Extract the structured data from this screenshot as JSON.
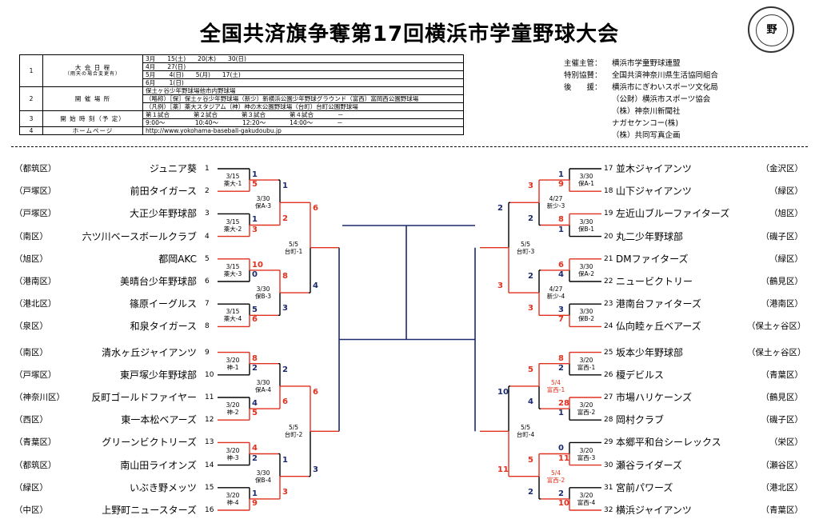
{
  "title": "全国共済旗争奪第17回横浜市学童野球大会",
  "emblem_text": "野",
  "info": {
    "rows": [
      {
        "no": "1",
        "label": "大 会 日 程",
        "sub": "（雨天の場合変更有）",
        "lines": [
          "3月　　15(土)　　20(木)　　30(日)",
          "4月　　27(日)",
          "5月　　 4(日)　　5(月)　　17(土)",
          "6月　　 1(日)"
        ]
      },
      {
        "no": "2",
        "label": "開 催 場 所",
        "lines": [
          "保土ヶ谷少年野球場他市内野球場",
          "（略称）［保］保土ヶ谷少年野球場（新少）新横浜公園少年野球グラウンド（富西）富岡西公園野球場",
          "（凡例）［薬］薬大スタジアム（神）神の木公園野球場（台町）台町公園野球場"
        ]
      },
      {
        "no": "3",
        "label": "開 始 時 刻（予 定）",
        "lines": [
          "第１試合　　　　第２試合　　　　第３試合　　　　第４試合　　　　－",
          "9:00～　　　　　10:40～　　　　12:20～　　　　14:00～　　　　－"
        ]
      },
      {
        "no": "4",
        "label": "ホームページ",
        "lines": [
          "http://www.yokohama-baseball-gakudoubu.jp"
        ]
      }
    ]
  },
  "sponsors": [
    {
      "label": "主催主管：",
      "value": "横浜市学童野球連盟"
    },
    {
      "label": "特別協賛：",
      "value": "全国共済神奈川県生活協同組合"
    },
    {
      "label": "後　　援：",
      "value": "横浜市にぎわいスポーツ文化局"
    },
    {
      "label": "",
      "value": "（公財）横浜市スポーツ協会"
    },
    {
      "label": "",
      "value": "（株）神奈川新聞社"
    },
    {
      "label": "",
      "value": "ナガセケンコー(株)"
    },
    {
      "label": "",
      "value": "（株）共同写真企画"
    }
  ],
  "left_teams": [
    {
      "seed": "1",
      "name": "ジュニア葵",
      "ward": "（都筑区）"
    },
    {
      "seed": "2",
      "name": "前田タイガース",
      "ward": "（戸塚区）"
    },
    {
      "seed": "3",
      "name": "大正少年野球部",
      "ward": "（戸塚区）"
    },
    {
      "seed": "4",
      "name": "六ツ川ベースボールクラブ",
      "ward": "（南区）"
    },
    {
      "seed": "5",
      "name": "都岡AKC",
      "ward": "（旭区）"
    },
    {
      "seed": "6",
      "name": "美晴台少年野球部",
      "ward": "（港南区）"
    },
    {
      "seed": "7",
      "name": "篠原イーグルス",
      "ward": "（港北区）"
    },
    {
      "seed": "8",
      "name": "和泉タイガース",
      "ward": "（泉区）"
    },
    {
      "seed": "9",
      "name": "清水ヶ丘ジャイアンツ",
      "ward": "（南区）"
    },
    {
      "seed": "10",
      "name": "東戸塚少年野球部",
      "ward": "（戸塚区）"
    },
    {
      "seed": "11",
      "name": "反町ゴールドファイヤー",
      "ward": "（神奈川区）"
    },
    {
      "seed": "12",
      "name": "東一本松ベアーズ",
      "ward": "（西区）"
    },
    {
      "seed": "13",
      "name": "グリーンビクトリーズ",
      "ward": "（青葉区）"
    },
    {
      "seed": "14",
      "name": "南山田ライオンズ",
      "ward": "（都筑区）"
    },
    {
      "seed": "15",
      "name": "いぶき野メッツ",
      "ward": "（緑区）"
    },
    {
      "seed": "16",
      "name": "上野町ニュースターズ",
      "ward": "（中区）"
    }
  ],
  "right_teams": [
    {
      "seed": "17",
      "name": "並木ジャイアンツ",
      "ward": "（金沢区）"
    },
    {
      "seed": "18",
      "name": "山下ジャイアンツ",
      "ward": "（緑区）"
    },
    {
      "seed": "19",
      "name": "左近山ブルーファイターズ",
      "ward": "（旭区）"
    },
    {
      "seed": "20",
      "name": "丸二少年野球部",
      "ward": "（磯子区）"
    },
    {
      "seed": "21",
      "name": "DMファイターズ",
      "ward": "（緑区）"
    },
    {
      "seed": "22",
      "name": "ニュービクトリー",
      "ward": "（鶴見区）"
    },
    {
      "seed": "23",
      "name": "港南台ファイターズ",
      "ward": "（港南区）"
    },
    {
      "seed": "24",
      "name": "仏向睦ヶ丘ベアーズ",
      "ward": "（保土ヶ谷区）"
    },
    {
      "seed": "25",
      "name": "坂本少年野球部",
      "ward": "（保土ヶ谷区）"
    },
    {
      "seed": "26",
      "name": "榎デビルス",
      "ward": "（青葉区）"
    },
    {
      "seed": "27",
      "name": "市場ハリケーンズ",
      "ward": "（鶴見区）"
    },
    {
      "seed": "28",
      "name": "岡村クラブ",
      "ward": "（磯子区）"
    },
    {
      "seed": "29",
      "name": "本郷平和台シーレックス",
      "ward": "（栄区）"
    },
    {
      "seed": "30",
      "name": "瀬谷ライダーズ",
      "ward": "（瀬谷区）"
    },
    {
      "seed": "31",
      "name": "宮前パワーズ",
      "ward": "（港北区）"
    },
    {
      "seed": "32",
      "name": "横浜ジャイアンツ",
      "ward": "（青葉区）"
    }
  ],
  "match_labels": {
    "L1": [
      "3/15",
      "薬大-1"
    ],
    "L2": [
      "3/15",
      "薬大-2"
    ],
    "L3": [
      "3/15",
      "薬大-3"
    ],
    "L4": [
      "3/15",
      "薬大-4"
    ],
    "L5": [
      "3/20",
      "神-1"
    ],
    "L6": [
      "3/20",
      "神-2"
    ],
    "L7": [
      "3/20",
      "神-3"
    ],
    "L8": [
      "3/20",
      "神-4"
    ],
    "LQ1": [
      "3/30",
      "保A-3"
    ],
    "LQ2": [
      "3/30",
      "保B-3"
    ],
    "LQ3": [
      "3/30",
      "保A-4"
    ],
    "LQ4": [
      "3/30",
      "保B-4"
    ],
    "LS1": [
      "5/5",
      "台町-1"
    ],
    "LS2": [
      "5/5",
      "台町-2"
    ],
    "R1": [
      "3/30",
      "保A-1"
    ],
    "R2": [
      "3/30",
      "保B-1"
    ],
    "R3": [
      "3/30",
      "保A-2"
    ],
    "R4": [
      "3/30",
      "保B-2"
    ],
    "R5": [
      "3/20",
      "富西-1"
    ],
    "R6": [
      "3/20",
      "富西-2"
    ],
    "R7": [
      "3/20",
      "富西-3"
    ],
    "R8": [
      "3/20",
      "富西-4"
    ],
    "RQ1": [
      "4/27",
      "新少-3"
    ],
    "RQ2": [
      "4/27",
      "新少-4"
    ],
    "RQ3": [
      "5/4",
      "富西-1"
    ],
    "RQ4": [
      "5/4",
      "富西-2"
    ],
    "RS1": [
      "5/5",
      "台町-3"
    ],
    "RS2": [
      "5/5",
      "台町-4"
    ]
  },
  "scores": {
    "s1": "1",
    "s2": "5",
    "s3": "1",
    "s4": "3",
    "s5": "10",
    "s6": "0",
    "s7": "5",
    "s8": "6",
    "s9": "8",
    "s10": "2",
    "s11": "4",
    "s12": "5",
    "s13": "4",
    "s14": "2",
    "s15": "1",
    "s16": "9",
    "q1": "1",
    "q2": "2",
    "q3": "8",
    "q4": "3",
    "q5": "2",
    "q6": "6",
    "q7": "1",
    "q8": "3",
    "sf1": "6",
    "sf2": "4",
    "sf3": "6",
    "sf4": "3",
    "r17": "1",
    "r18": "9",
    "r19": "8",
    "r20": "1",
    "r21": "6",
    "r22": "4",
    "r23": "3",
    "r24": "7",
    "r25": "8",
    "r26": "2",
    "r27": "28",
    "r28": "1",
    "r29": "0",
    "r30": "11",
    "r31": "2",
    "r32": "10",
    "rq1": "3",
    "rq2": "2",
    "rq3": "2",
    "rq4": "3",
    "rq5": "5",
    "rq6": "4",
    "rq7": "5",
    "rq8": "2",
    "rsf1": "2",
    "rsf2": "3",
    "rsf3": "10",
    "rsf4": "11"
  },
  "colors": {
    "win": "#e0301e",
    "lose": "#1a2a6c",
    "line": "#000000"
  }
}
